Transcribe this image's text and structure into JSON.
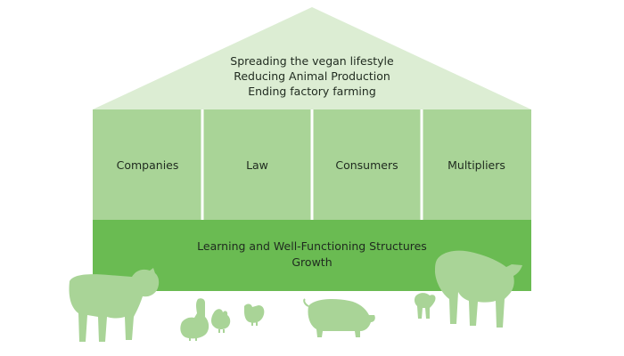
{
  "roof": {
    "lines": [
      "Spreading the vegan lifestyle",
      "Reducing Animal Production",
      "Ending factory farming"
    ]
  },
  "pillars": [
    {
      "label": "Companies"
    },
    {
      "label": "Law"
    },
    {
      "label": "Consumers"
    },
    {
      "label": "Multipliers"
    }
  ],
  "foundation": {
    "lines": [
      "Learning and Well-Functioning Structures",
      "Growth"
    ]
  },
  "animals": [
    "cow-icon",
    "goose-icon",
    "chicken-icon",
    "hen-icon",
    "pig-icon",
    "calf-icon",
    "bull-icon"
  ],
  "colors": {
    "roof": "#dcedd3",
    "pillar": "#a9d497",
    "foundation": "#6abb52",
    "animal": "#a9d497",
    "divider": "#ffffff"
  }
}
